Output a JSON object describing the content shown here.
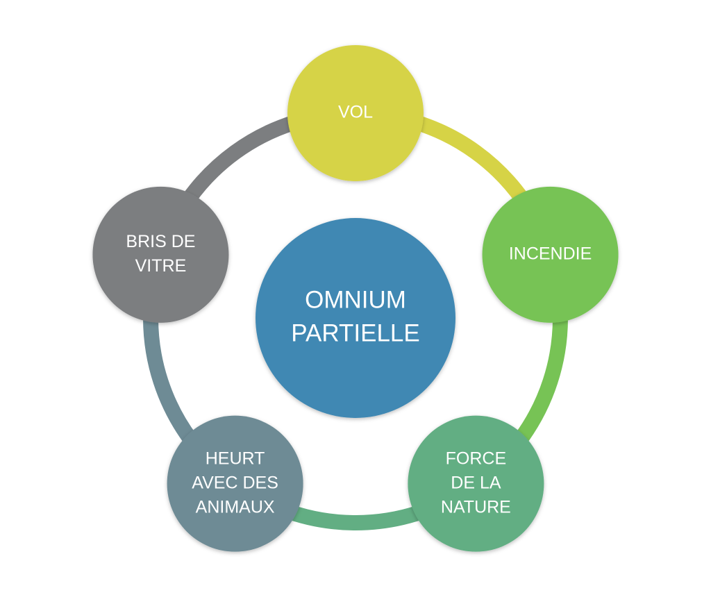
{
  "diagram": {
    "type": "cycle",
    "center": {
      "lines": [
        "OMNIUM",
        "PARTIELLE"
      ],
      "color": "#4088b3"
    },
    "nodes": [
      {
        "id": "vol",
        "lines": [
          "VOL"
        ],
        "color": "#d6d346"
      },
      {
        "id": "incendie",
        "lines": [
          "INCENDIE"
        ],
        "color": "#77c355"
      },
      {
        "id": "force-de-la-nature",
        "lines": [
          "FORCE",
          "DE LA",
          "NATURE"
        ],
        "color": "#62ae83"
      },
      {
        "id": "heurt-avec-des-animaux",
        "lines": [
          "HEURT",
          "AVEC DES",
          "ANIMAUX"
        ],
        "color": "#6e8b95"
      },
      {
        "id": "bris-de-vitre",
        "lines": [
          "BRIS DE",
          "VITRE"
        ],
        "color": "#7c7e80"
      }
    ]
  }
}
